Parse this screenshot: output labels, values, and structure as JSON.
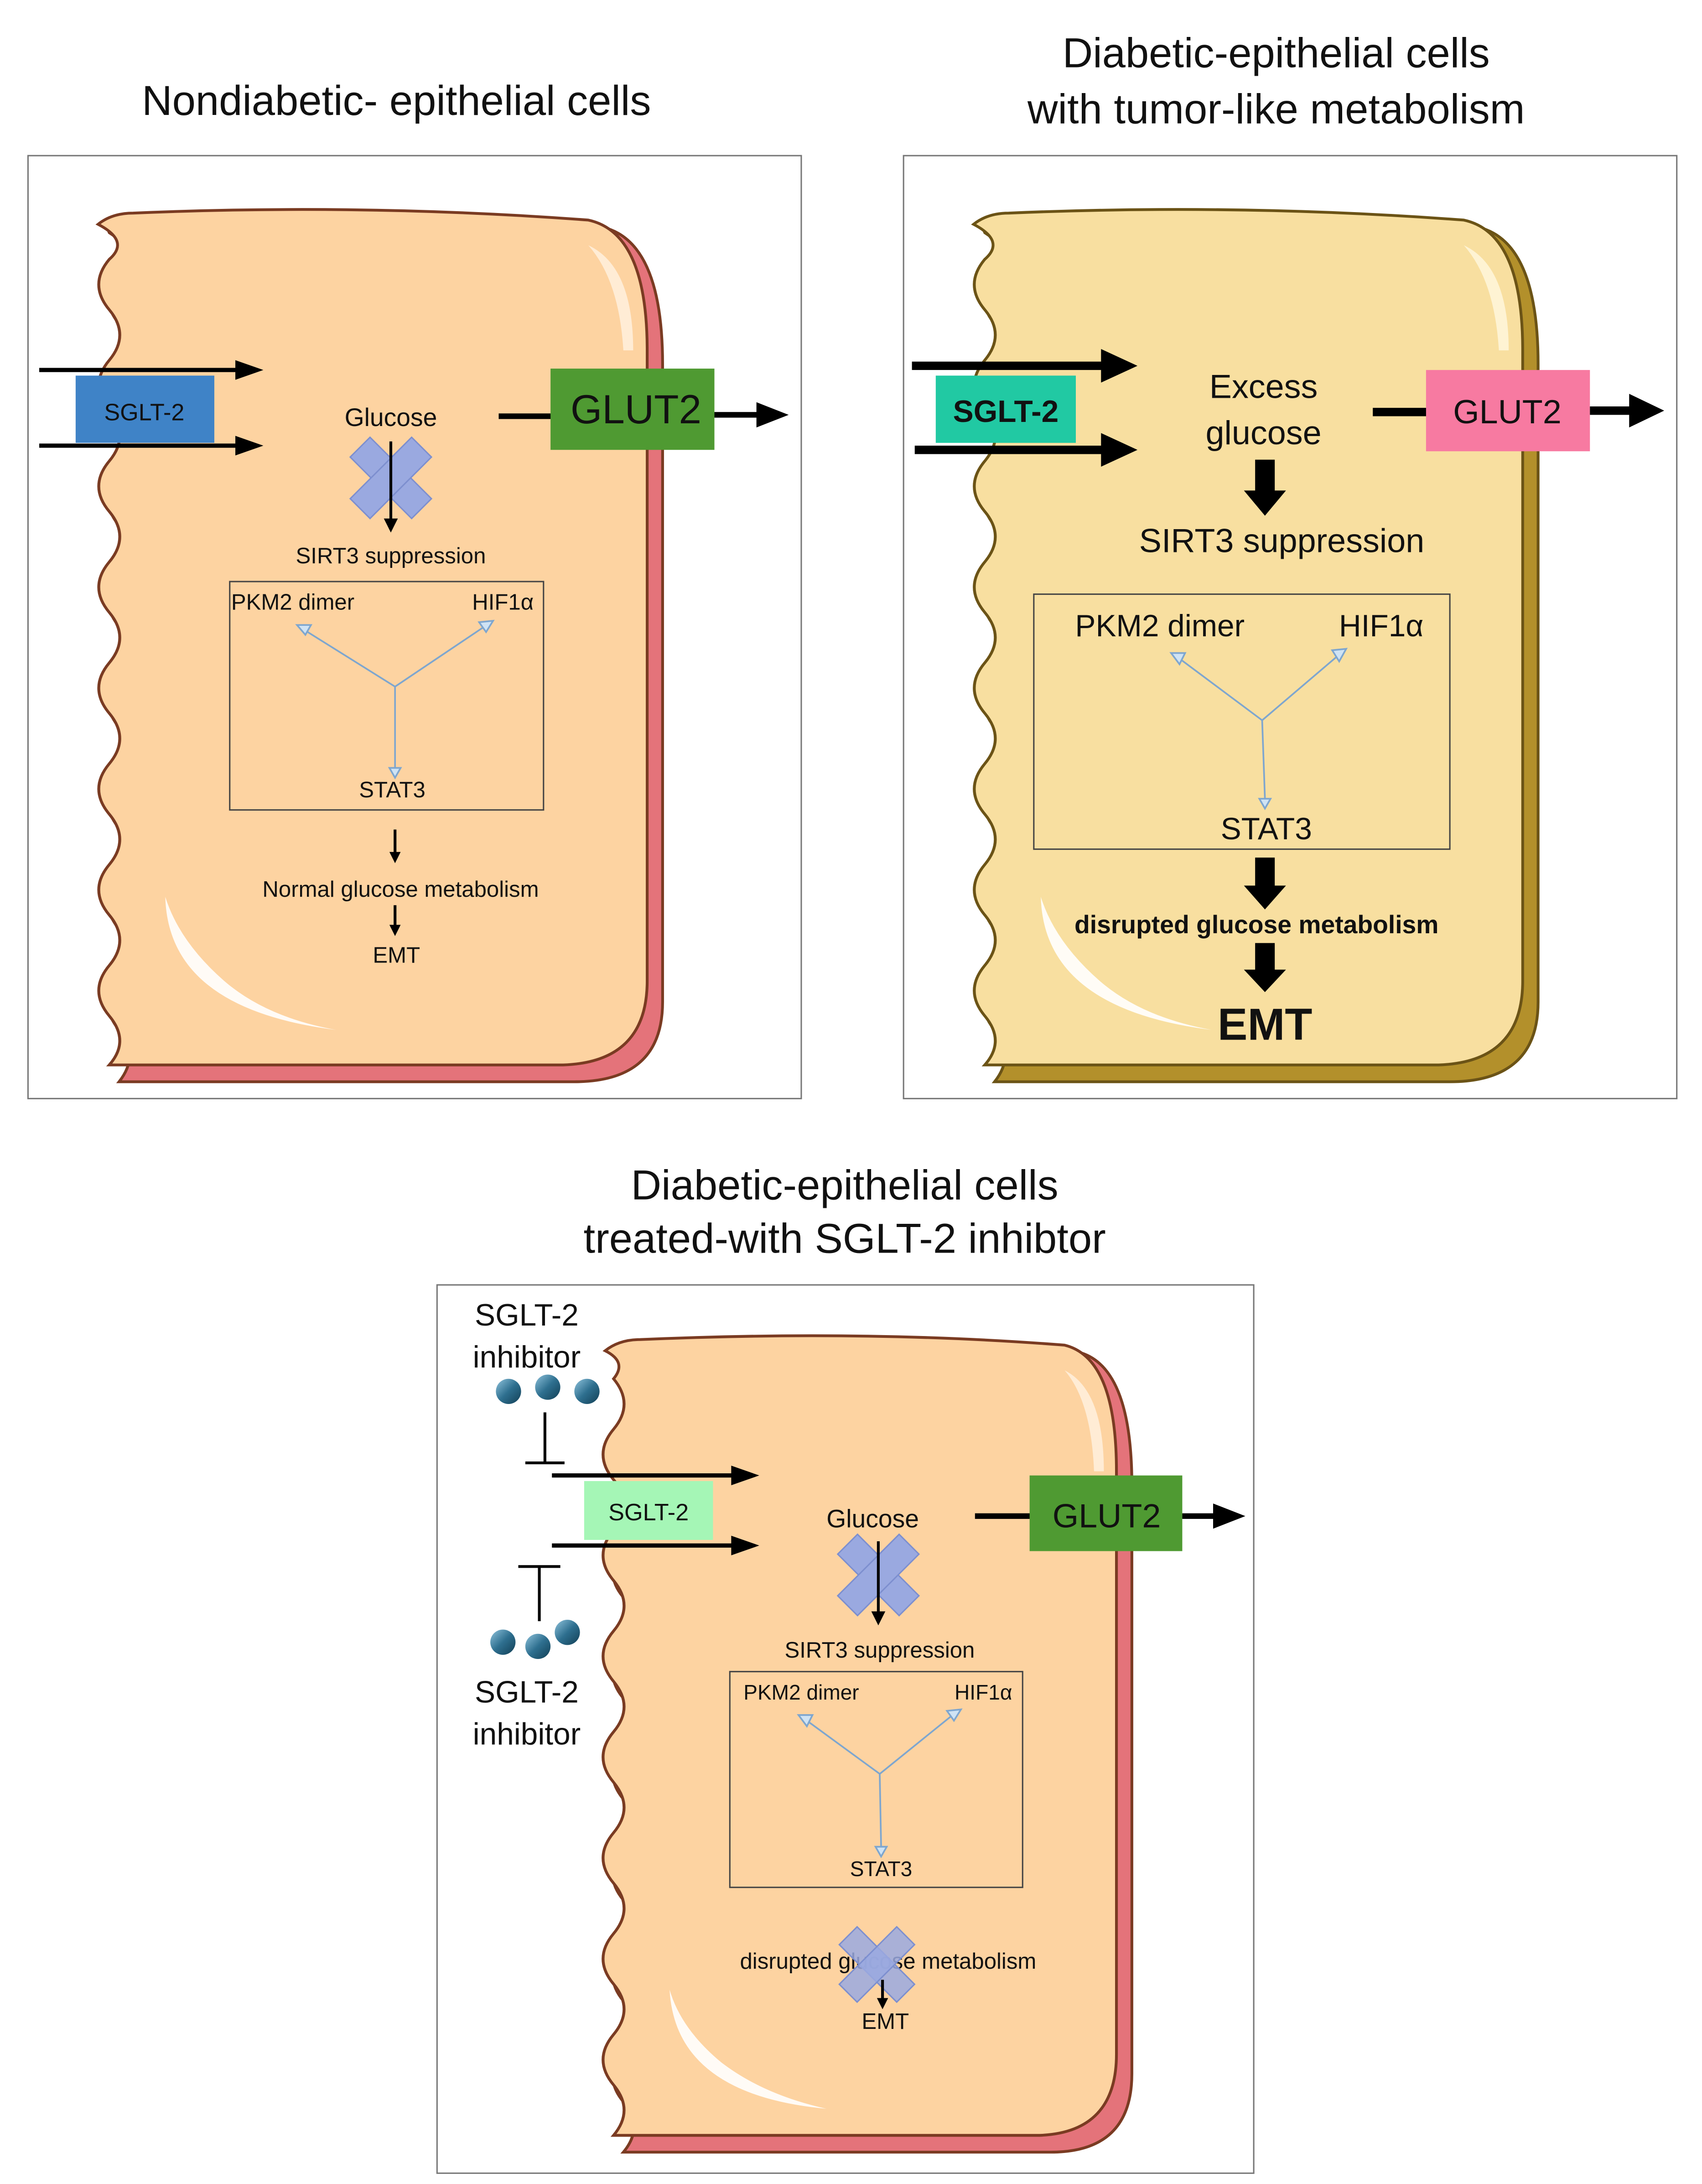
{
  "panels": [
    {
      "id": "nondiabetic",
      "title_lines": [
        "Nondiabetic- epithelial cells"
      ],
      "sglt2_label": "SGLT-2",
      "sglt2_color": "#3f83c7",
      "glut2_label": "GLUT2",
      "glut2_color": "#4f9a32",
      "glucose_label": "Glucose",
      "glucose_blocked": true,
      "sirt3_label": "SIRT3 suppression",
      "pkm2_label": "PKM2 dimer",
      "hif1a_label": "HIF1α",
      "stat3_label": "STAT3",
      "metabolism_label": "Normal glucose metabolism",
      "metabolism_blocked": false,
      "emt_label": "EMT",
      "cell_color": "#fdd3a1"
    },
    {
      "id": "diabetic",
      "title_lines": [
        "Diabetic-epithelial cells",
        "with tumor-like metabolism"
      ],
      "sglt2_label": "SGLT-2",
      "sglt2_color": "#21c9a3",
      "glut2_label": "GLUT2",
      "glut2_color": "#f77aa1",
      "glucose_lines": [
        "Excess",
        "glucose"
      ],
      "glucose_blocked": false,
      "sirt3_label": "SIRT3 suppression",
      "pkm2_label": "PKM2 dimer",
      "hif1a_label": "HIF1α",
      "stat3_label": "STAT3",
      "metabolism_label": "disrupted glucose metabolism",
      "metabolism_blocked": false,
      "emt_label": "EMT",
      "cell_color": "#f8dfa0"
    },
    {
      "id": "treated",
      "title_lines": [
        "Diabetic-epithelial cells",
        "treated-with SGLT-2 inhibtor"
      ],
      "sglt2_label": "SGLT-2",
      "sglt2_color": "#a5f6b6",
      "glut2_label": "GLUT2",
      "glut2_color": "#4f9a32",
      "glucose_label": "Glucose",
      "glucose_blocked": true,
      "sirt3_label": "SIRT3 suppression",
      "pkm2_label": "PKM2 dimer",
      "hif1a_label": "HIF1α",
      "stat3_label": "STAT3",
      "metabolism_label": "disrupted glucose metabolism",
      "metabolism_blocked": true,
      "emt_label": "EMT",
      "inhibitor_top_lines": [
        "SGLT-2",
        "inhibitor"
      ],
      "inhibitor_bottom_lines": [
        "SGLT-2",
        "inhibitor"
      ],
      "cell_color": "#fdd3a1"
    }
  ],
  "colors": {
    "block_cross": "#9aa9e0",
    "cell_outline": "#7a3b22",
    "cell_membrane": "#e4737a",
    "drug_sphere": "#2e6f8f"
  }
}
